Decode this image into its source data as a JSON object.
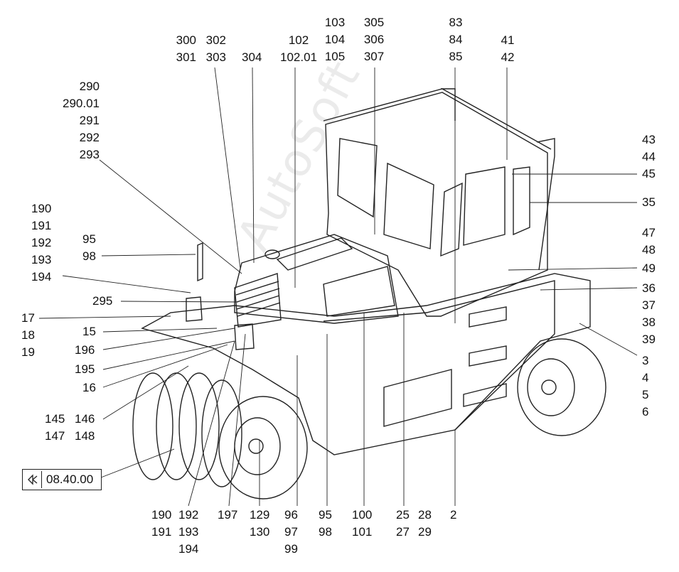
{
  "watermark": "AutoSoft",
  "reference": {
    "code": "08.40.00",
    "icon": "book-arrow-icon"
  },
  "labels": {
    "g300": [
      "300",
      "301"
    ],
    "g302": [
      "302",
      "303"
    ],
    "g304": [
      "304"
    ],
    "g102": [
      "102",
      "102.01"
    ],
    "g103": [
      "103",
      "104",
      "105"
    ],
    "g305": [
      "305",
      "306",
      "307"
    ],
    "g83": [
      "83",
      "84",
      "85"
    ],
    "g41": [
      "41",
      "42"
    ],
    "g290": [
      "290",
      "290.01",
      "291",
      "292",
      "293"
    ],
    "g190l": [
      "190",
      "191",
      "192",
      "193",
      "194"
    ],
    "g95l": [
      "95",
      "98"
    ],
    "g295": [
      "295"
    ],
    "g17": [
      "17"
    ],
    "g18": [
      "18",
      "19"
    ],
    "g15": [
      "15"
    ],
    "g196": [
      "196"
    ],
    "g195": [
      "195"
    ],
    "g16": [
      "16"
    ],
    "g145": [
      "145",
      "147"
    ],
    "g146": [
      "146",
      "148"
    ],
    "g43": [
      "43",
      "44"
    ],
    "g45": [
      "45"
    ],
    "g35": [
      "35"
    ],
    "g47": [
      "47",
      "48"
    ],
    "g49": [
      "49"
    ],
    "g36": [
      "36",
      "37",
      "38",
      "39"
    ],
    "g3": [
      "3",
      "4",
      "5",
      "6"
    ],
    "g190b": [
      "190",
      "191"
    ],
    "g192b": [
      "192",
      "193",
      "194"
    ],
    "g197": [
      "197"
    ],
    "g129": [
      "129",
      "130"
    ],
    "g96": [
      "96",
      "97",
      "99"
    ],
    "g95b": [
      "95",
      "98"
    ],
    "g100": [
      "100",
      "101"
    ],
    "g25": [
      "25",
      "27"
    ],
    "g28": [
      "28",
      "29"
    ],
    "g2": [
      "2"
    ]
  }
}
